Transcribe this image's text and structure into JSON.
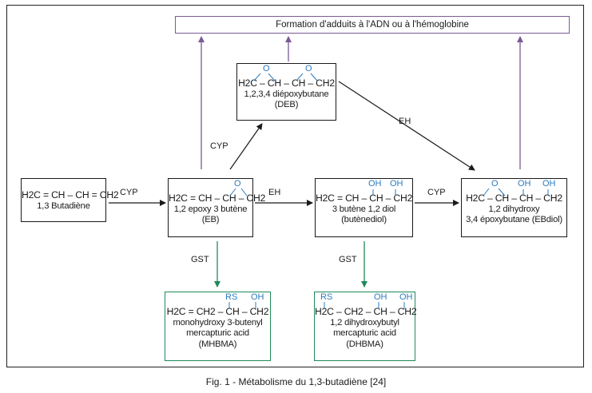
{
  "figure": {
    "caption": "Fig. 1 - Métabolisme du 1,3-butadiène [24]",
    "top_box": "Formation d'adduits à l'ADN ou à l'hémoglobine",
    "colors": {
      "purple": "#7a5a97",
      "green": "#1f8a5a",
      "blue": "#2b7bbf",
      "black": "#1a1a1a"
    }
  },
  "compounds": {
    "butadiene": {
      "formula": "H2C = CH – CH = CH2",
      "name": "1,3 Butadiène"
    },
    "eb": {
      "formula": "H2C = CH – CH – CH2",
      "name_line1": "1,2 epoxy 3 butène",
      "name_line2": "(EB)",
      "sub_o": "O"
    },
    "deb": {
      "formula": "H2C – CH – CH – CH2",
      "name_line1": "1,2,3,4 diépoxybutane",
      "name_line2": "(DEB)",
      "sub_o1": "O",
      "sub_o2": "O"
    },
    "butenediol": {
      "formula": "H2C = CH – CH – CH2",
      "name_line1": "3 butène 1,2 diol",
      "name_line2": "(butènediol)",
      "sub_oh1": "OH",
      "sub_oh2": "OH"
    },
    "ebdiol": {
      "formula": "H2C – CH – CH – CH2",
      "name_line1": "1,2 dihydroxy",
      "name_line2": "3,4 époxybutane (EBdiol)",
      "sub_o": "O",
      "sub_oh1": "OH",
      "sub_oh2": "OH"
    },
    "mhbma": {
      "formula": "H2C = CH2 – CH – CH2",
      "name_line1": "monohydroxy 3-butenyl",
      "name_line2": "mercapturic acid",
      "name_line3": "(MHBMA)",
      "sub_rs": "RS",
      "sub_oh": "OH"
    },
    "dhbma": {
      "formula": "H2C – CH2 – CH – CH2",
      "name_line1": "1,2 dihydroxybutyl",
      "name_line2": "mercapturic acid",
      "name_line3": "(DHBMA)",
      "sub_rs": "RS",
      "sub_oh1": "OH",
      "sub_oh2": "OH"
    }
  },
  "enzymes": {
    "cyp1": "CYP",
    "cyp_up": "CYP",
    "eh1": "EH",
    "cyp2": "CYP",
    "eh_diag": "EH",
    "gst1": "GST",
    "gst2": "GST"
  }
}
